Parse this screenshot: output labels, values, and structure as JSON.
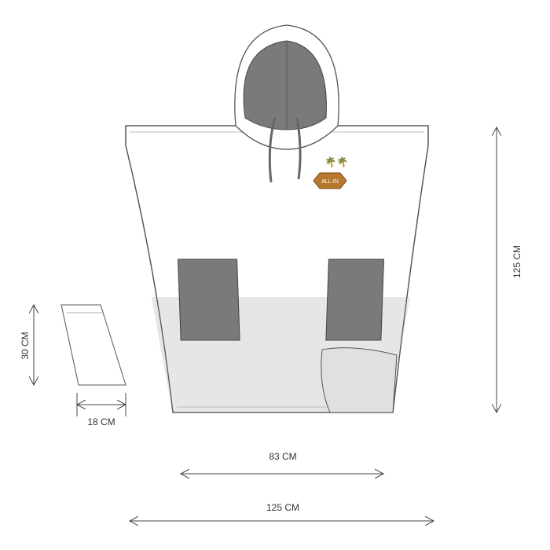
{
  "dimensions": {
    "height_total": "125 CM",
    "width_total": "125 CM",
    "width_body": "83 CM",
    "pocket_height": "30 CM",
    "pocket_width": "18 CM"
  },
  "logo": {
    "text": "ALL-IN"
  },
  "colors": {
    "line": "#555555",
    "grey_panel": "#e6e6e6",
    "pocket": "#7a7a7a",
    "logo": "#b7772e"
  }
}
